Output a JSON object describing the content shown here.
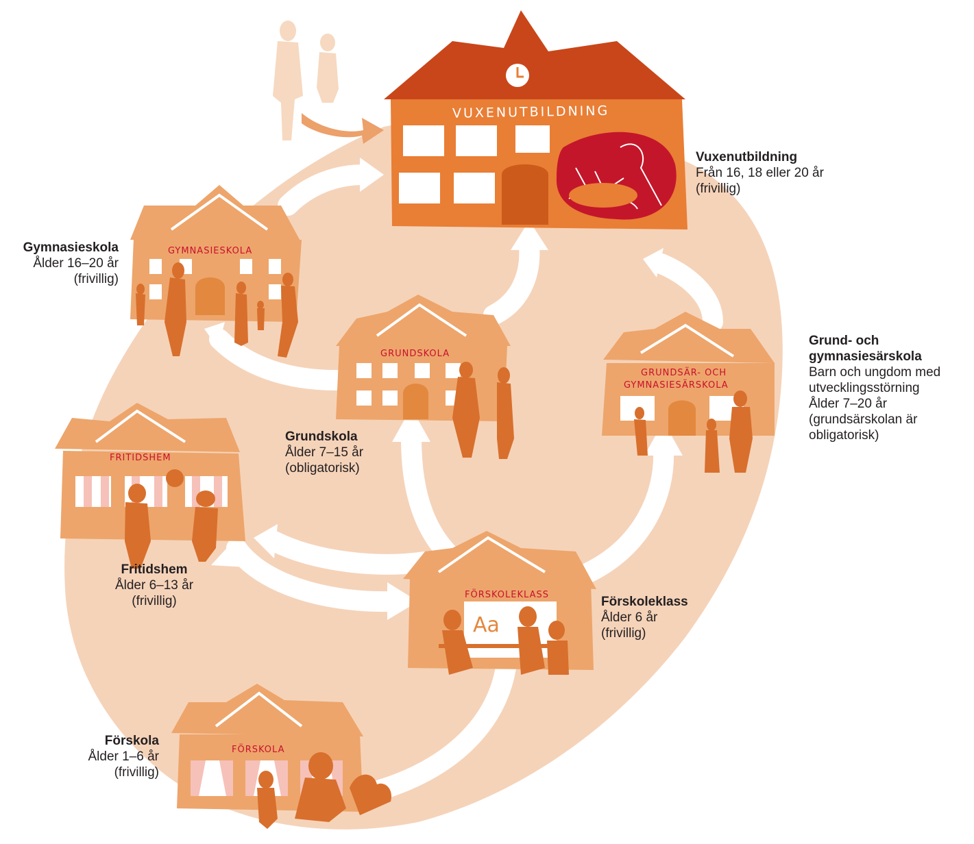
{
  "signs": {
    "vuxen": "VUXENUTBILDNING",
    "gymnasie": "GYMNASIESKOLA",
    "grund": "GRUNDSKOLA",
    "grundsar_1": "GRUNDSÄR- OCH",
    "grundsar_2": "GYMNASIESÄRSKOLA",
    "fritids": "FRITIDSHEM",
    "forskoleklass": "FÖRSKOLEKLASS",
    "forskola": "FÖRSKOLA",
    "board": "Aa"
  },
  "labels": {
    "vuxen": {
      "title": "Vuxenutbildning",
      "lines": [
        "Från 16, 18 eller 20 år",
        "(frivillig)"
      ]
    },
    "gymnasie": {
      "title": "Gymnasieskola",
      "lines": [
        "Ålder 16–20 år",
        "(frivillig)"
      ]
    },
    "grundsar": {
      "title_1": "Grund- och",
      "title_2": "gymnasiesärskola",
      "lines": [
        "Barn och ungdom med",
        "utvecklingsstörning",
        "Ålder 7–20 år",
        "(grundsärskolan är",
        "obligatorisk)"
      ]
    },
    "grund": {
      "title": "Grundskola",
      "lines": [
        "Ålder 7–15 år",
        "(obligatorisk)"
      ]
    },
    "fritids": {
      "title": "Fritidshem",
      "lines": [
        "Ålder 6–13 år",
        "(frivillig)"
      ]
    },
    "forskoleklass": {
      "title": "Förskoleklass",
      "lines": [
        "Ålder 6 år",
        "(frivillig)"
      ]
    },
    "forskola": {
      "title": "Förskola",
      "lines": [
        "Ålder 1–6 år",
        "(frivillig)"
      ]
    }
  },
  "colors": {
    "background_blob": "#f5d3b9",
    "building": "#eda56b",
    "building_dark": "#e3883f",
    "adult_building": "#e97e35",
    "roof_adult": "#c9461a",
    "people": "#d86f2d",
    "ghost_people": "#f6d9c0",
    "red_panel": "#c4162a",
    "sign_text": "#c8102e",
    "text": "#231f20"
  }
}
